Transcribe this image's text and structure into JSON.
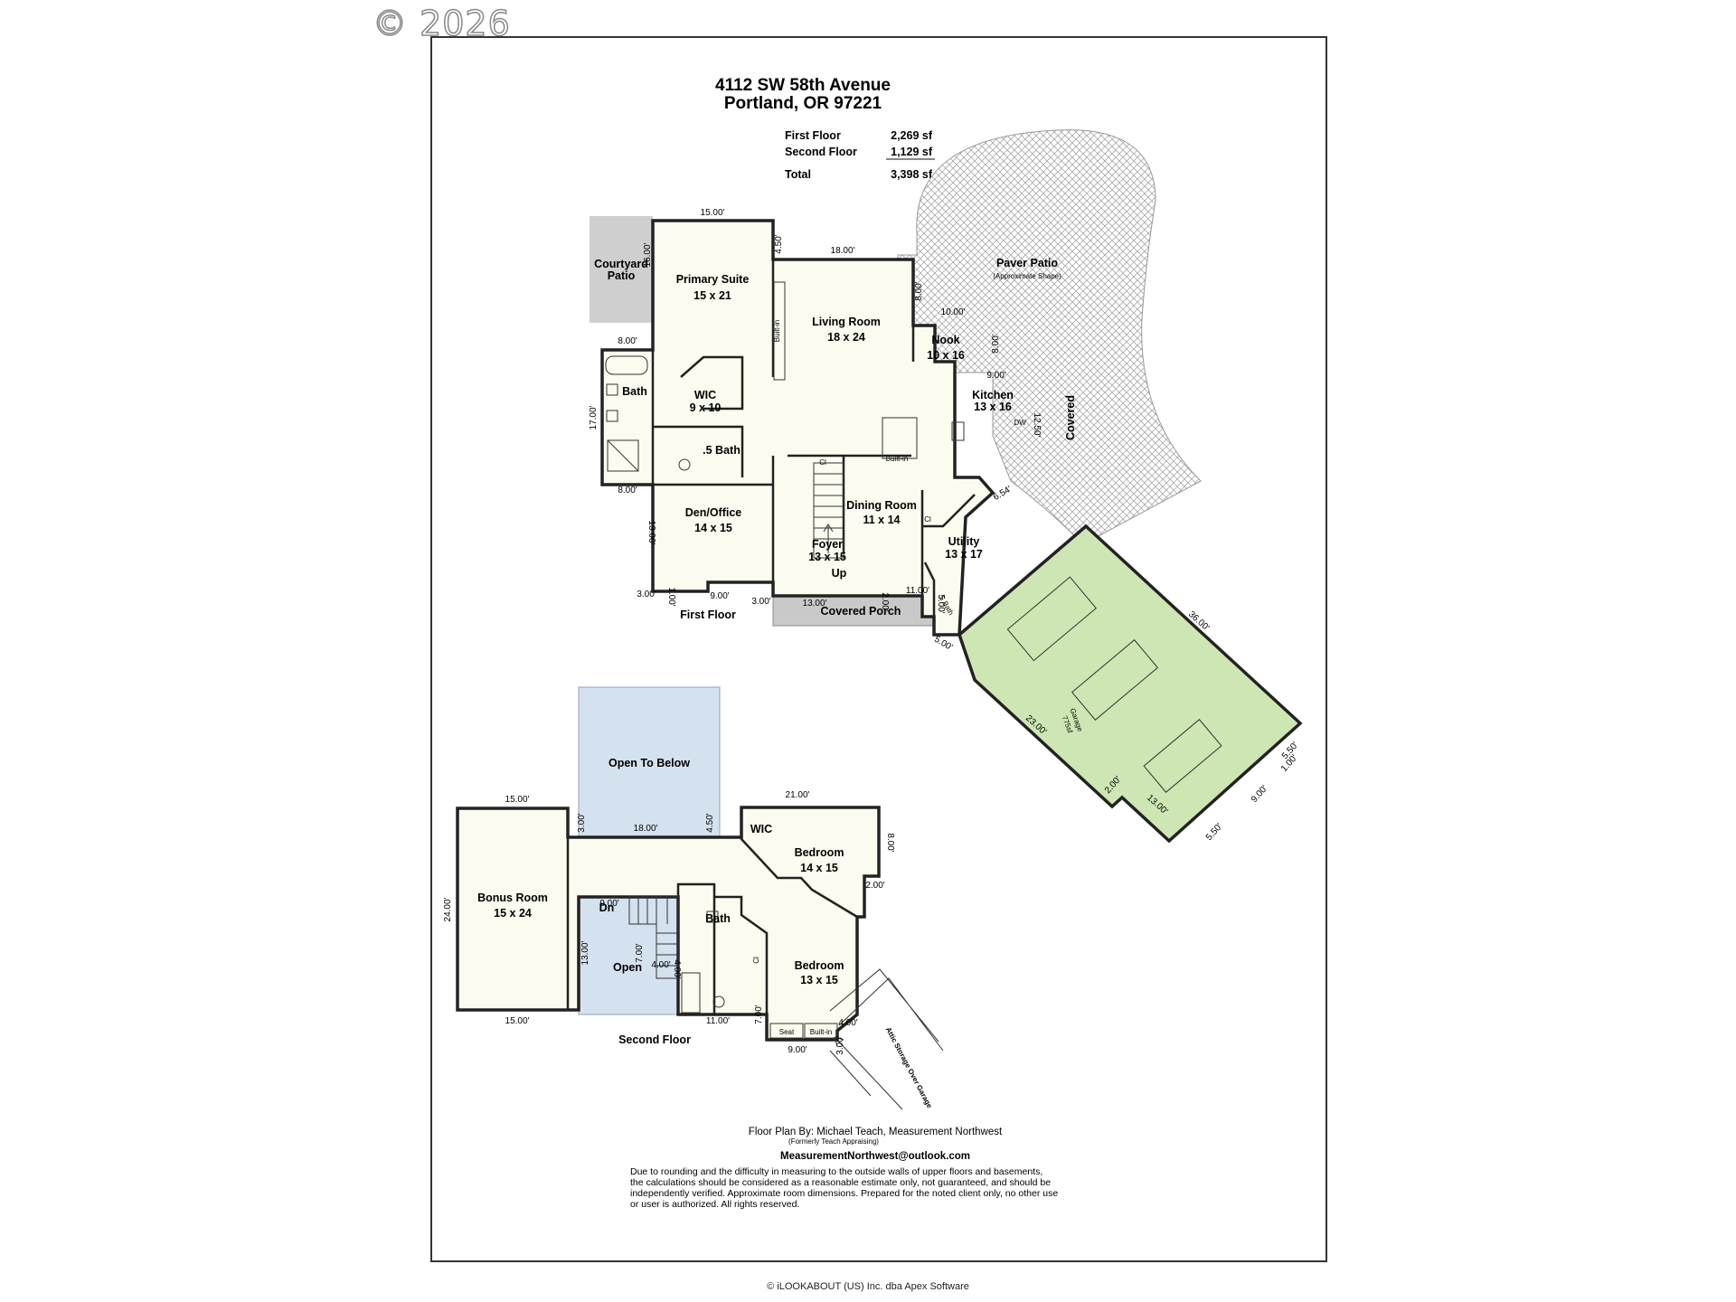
{
  "watermark": "© 2026",
  "header": {
    "title_line1": "4112 SW 58th Avenue",
    "title_line2": "Portland, OR 97221",
    "areas": [
      {
        "label": "First Floor",
        "value": "2,269 sf"
      },
      {
        "label": "Second Floor",
        "value": "1,129 sf"
      },
      {
        "label": "Total",
        "value": "3,398 sf"
      }
    ]
  },
  "first_floor": {
    "label": "First Floor",
    "rooms": {
      "courtyard_patio": [
        "Courtyard",
        "Patio"
      ],
      "primary_suite": [
        "Primary Suite",
        "15 x 21"
      ],
      "living_room": [
        "Living Room",
        "18 x 24"
      ],
      "paver_patio": [
        "Paver Patio",
        "(Approximate Shape)"
      ],
      "nook": [
        "Nook",
        "10 x 16"
      ],
      "kitchen": [
        "Kitchen",
        "13 x 16"
      ],
      "covered": "Covered",
      "bath": "Bath",
      "wic": [
        "WIC",
        "9 x 10"
      ],
      "half_bath": ".5 Bath",
      "den": [
        "Den/Office",
        "14 x 15"
      ],
      "foyer": [
        "Foyer",
        "13 x 15"
      ],
      "dining": [
        "Dining Room",
        "11 x 14"
      ],
      "utility": [
        "Utility",
        "13 x 17"
      ],
      "covered_porch": "Covered Porch",
      "garage": [
        "Garage",
        "775sf"
      ],
      "half_bath_2": ".5 Bath"
    },
    "fixtures": {
      "builtin_vertical": "Built-in",
      "builtin_stairs": "Built-in",
      "closet": "Cl",
      "closet_util": "Cl",
      "up": "Up",
      "dw": "DW"
    },
    "dims": [
      "15.00'",
      "4.50'",
      "18.00'",
      "16.00'",
      "8.00'",
      "10.00'",
      "8.00'",
      "9.00'",
      "8.00'",
      "17.00'",
      "12.50'",
      "8.00'",
      "13.00'",
      "6.54'",
      "1.00'",
      "3.00'",
      "9.00'",
      "3.00'",
      "13.00'",
      "2.00'",
      "11.00'",
      "5.00'",
      "5.00'",
      "36.00'",
      "23.00'",
      "5.50'",
      "1.00'",
      "2.00'",
      "13.00'",
      "9.00'",
      "5.50'"
    ]
  },
  "second_floor": {
    "label": "Second Floor",
    "rooms": {
      "open_below": "Open To Below",
      "bonus": [
        "Bonus Room",
        "15 x 24"
      ],
      "wic": "WIC",
      "bedroom1": [
        "Bedroom",
        "14 x 15"
      ],
      "bath": "Bath",
      "bedroom2": [
        "Bedroom",
        "13 x 15"
      ],
      "open": "Open",
      "attic": "Attic Storage Over Garage"
    },
    "fixtures": {
      "dn": "Dn",
      "closet": "Cl",
      "seat": "Seat",
      "builtin": "Built-in"
    },
    "dims": [
      "15.00'",
      "3.00'",
      "18.00'",
      "4.50'",
      "21.00'",
      "8.00'",
      "2.00'",
      "24.00'",
      "9.00'",
      "7.00'",
      "13.00'",
      "4.00'",
      "4.00'",
      "11.00'",
      "7.00'",
      "4.00'",
      "3.00'",
      "9.00'",
      "15.00'"
    ]
  },
  "credits": {
    "line1": "Floor Plan By:  Michael Teach, Measurement Northwest",
    "line2": "(Formerly Teach Appraising)",
    "email": "MeasurementNorthwest@outlook.com",
    "disclaimer": [
      "Due to rounding and the difficulty in measuring to the outside walls of upper floors and basements,",
      "the calculations should be considered as a reasonable estimate only, not guaranteed, and should be",
      "independently verified. Approximate room dimensions. Prepared for the noted client only, no other use",
      "or user is authorized. All rights reserved."
    ]
  },
  "footer": "© iLOOKABOUT (US) Inc. dba Apex Software",
  "colors": {
    "floor": "#fbfbef",
    "porch": "#c9c9c9",
    "garage": "#cde6b4",
    "open": "#d4e1ee",
    "wall": "#222222"
  }
}
